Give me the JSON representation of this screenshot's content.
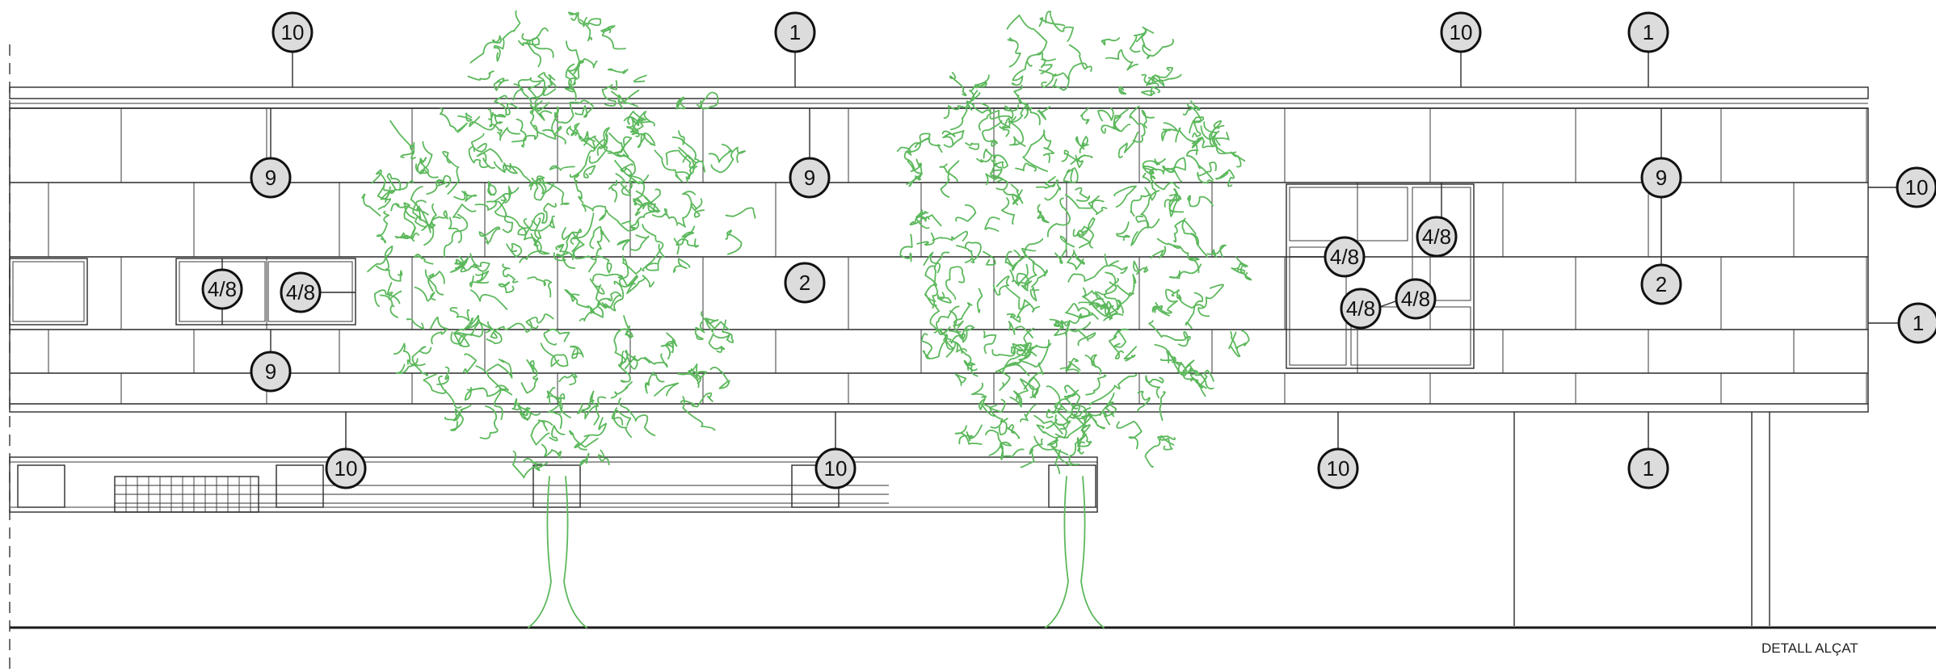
{
  "drawing": {
    "caption": "DETALL ALÇAT",
    "colors": {
      "line": "#2a2a2a",
      "tree": "#5cb85c",
      "callout_fill": "#dcdcdc",
      "callout_ring": "#111111"
    },
    "callouts": [
      {
        "text": "10"
      },
      {
        "text": "1"
      },
      {
        "text": "10"
      },
      {
        "text": "1"
      },
      {
        "text": "9"
      },
      {
        "text": "9"
      },
      {
        "text": "9"
      },
      {
        "text": "10"
      },
      {
        "text": "4/8"
      },
      {
        "text": "4/8"
      },
      {
        "text": "2"
      },
      {
        "text": "2"
      },
      {
        "text": "4/8"
      },
      {
        "text": "4/8"
      },
      {
        "text": "4/8"
      },
      {
        "text": "4/8"
      },
      {
        "text": "1"
      },
      {
        "text": "9"
      },
      {
        "text": "10"
      },
      {
        "text": "10"
      },
      {
        "text": "10"
      },
      {
        "text": "1"
      }
    ]
  }
}
